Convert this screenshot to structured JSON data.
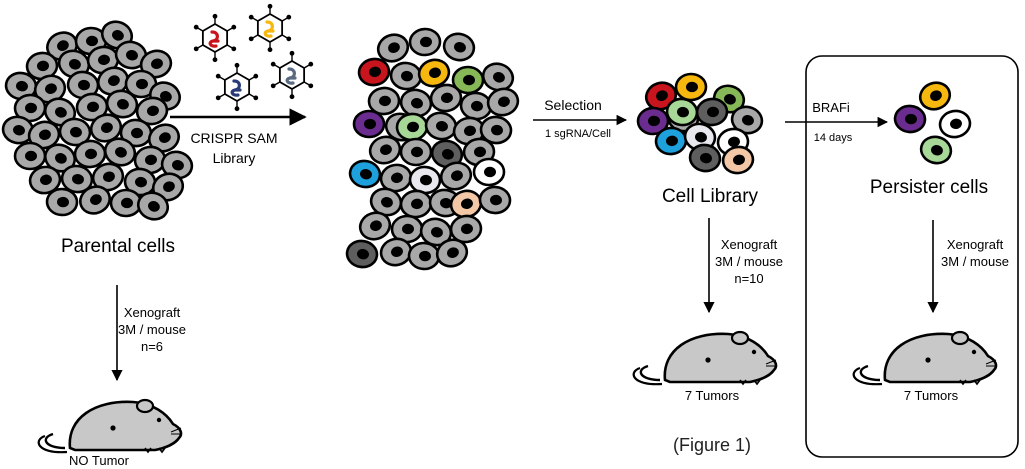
{
  "labels": {
    "crispr_line1": "CRISPR SAM",
    "crispr_line2": "Library",
    "parental": "Parental cells",
    "xeno1_line1": "Xenograft",
    "xeno1_line2": "3M / mouse",
    "xeno1_line3": "n=6",
    "no_tumor": "NO Tumor",
    "selection": "Selection",
    "sgrna": "1 sgRNA/Cell",
    "cell_library": "Cell Library",
    "xeno2_line1": "Xenograft",
    "xeno2_line2": "3M / mouse",
    "xeno2_line3": "n=10",
    "tumors_left": "7 Tumors",
    "brafi": "BRAFi",
    "days": "14 days",
    "persister": "Persister cells",
    "xeno3_line1": "Xenograft",
    "xeno3_line2": "3M / mouse",
    "tumors_right": "7 Tumors",
    "figure": "(Figure 1)"
  },
  "colors": {
    "cell_fill": "#a8a8a8",
    "cell_dark": "#5e5e5e",
    "cell_light": "#e8e8ee",
    "red": "#c8141c",
    "yellow": "#f6b80e",
    "green": "#86b858",
    "light_green": "#a8d898",
    "purple": "#6a2c8e",
    "blue": "#1ea0dc",
    "peach": "#f4c8a6",
    "navy": "#2a3c78",
    "slate": "#5a6a80",
    "mouse": "#c8c8c8"
  }
}
